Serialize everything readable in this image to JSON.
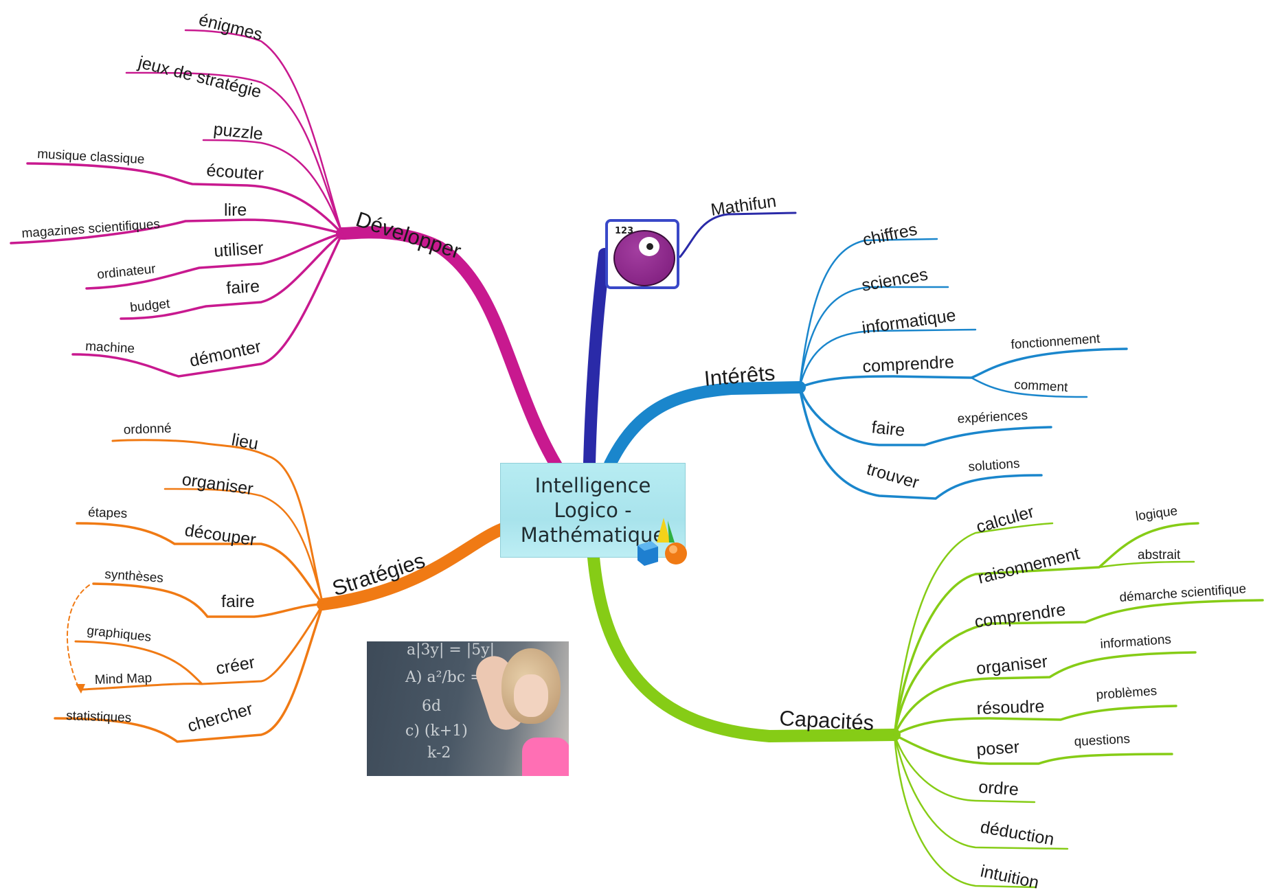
{
  "center": {
    "line1": "Intelligence",
    "line2": "Logico -",
    "line3": "Mathématique"
  },
  "branches": {
    "developper": {
      "label": "Développer",
      "color": "#c8198f",
      "children": {
        "enigmes": "énigmes",
        "jeux": "jeux de stratégie",
        "puzzle": "puzzle",
        "ecouter": "écouter",
        "musique": "musique classique",
        "lire": "lire",
        "magazines": "magazines scientifiques",
        "utiliser": "utiliser",
        "ordinateur": "ordinateur",
        "faire": "faire",
        "budget": "budget",
        "demonter": "démonter",
        "machine": "machine"
      }
    },
    "strategies": {
      "label": "Stratégies",
      "color": "#f07a14",
      "children": {
        "lieu": "lieu",
        "ordonne": "ordonné",
        "organiser": "organiser",
        "decouper": "découper",
        "etapes": "étapes",
        "faire": "faire",
        "syntheses": "synthèses",
        "creer": "créer",
        "graphiques": "graphiques",
        "mindmap": "Mind Map",
        "chercher": "chercher",
        "statistiques": "statistiques"
      }
    },
    "mathifun": {
      "label": "Mathifun",
      "color": "#2a2aa8",
      "icon_text": "123"
    },
    "interets": {
      "label": "Intérêts",
      "color": "#1a86cc",
      "children": {
        "chiffres": "chiffres",
        "sciences": "sciences",
        "informatique": "informatique",
        "comprendre": "comprendre",
        "fonctionnement": "fonctionnement",
        "comment": "comment",
        "faire": "faire",
        "experiences": "expériences",
        "trouver": "trouver",
        "solutions": "solutions"
      }
    },
    "capacites": {
      "label": "Capacités",
      "color": "#86cc16",
      "children": {
        "calculer": "calculer",
        "raisonnement": "raisonnement",
        "logique": "logique",
        "abstrait": "abstrait",
        "comprendre": "comprendre",
        "demarche": "démarche scientifique",
        "organiser": "organiser",
        "informations": "informations",
        "resoudre": "résoudre",
        "problemes": "problèmes",
        "poser": "poser",
        "questions": "questions",
        "ordre": "ordre",
        "deduction": "déduction",
        "intuition": "intuition"
      }
    }
  }
}
